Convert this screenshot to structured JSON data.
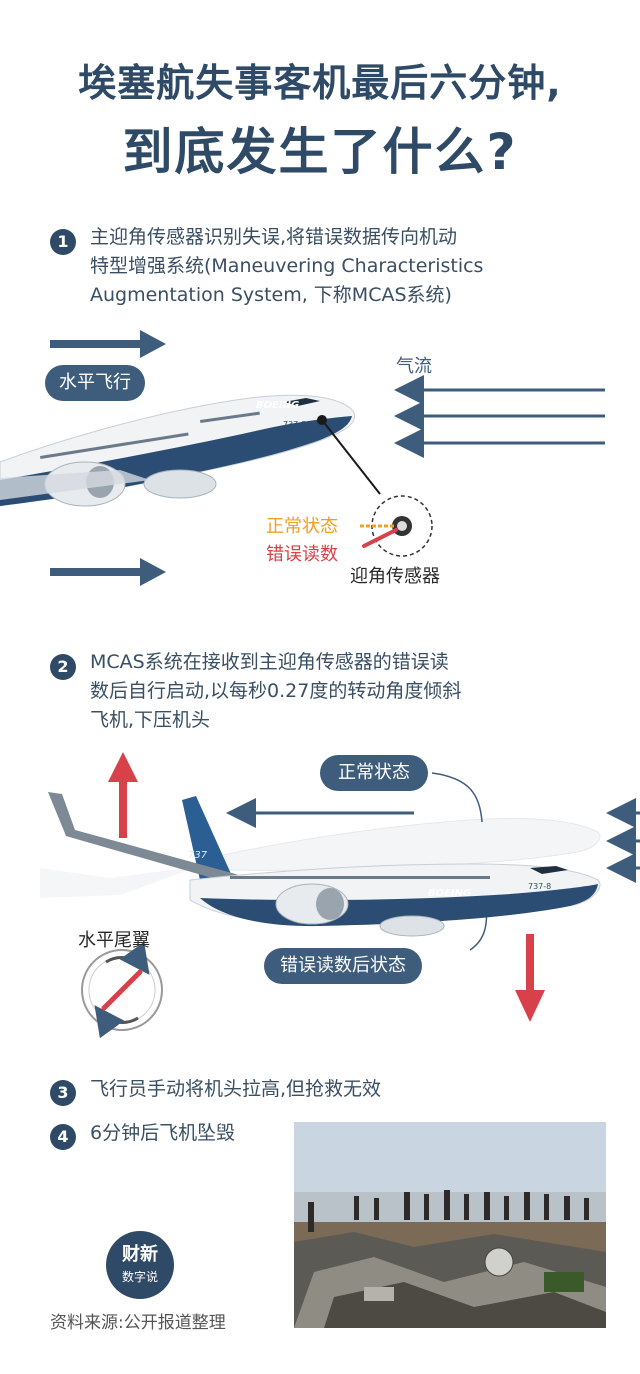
{
  "title": {
    "line1": "埃塞航失事客机最后六分钟,",
    "line2": "到底发生了什么?"
  },
  "steps": [
    {
      "num": "1",
      "lines": [
        "主迎角传感器识别失误,将错误数据传向机动",
        "特型增强系统(Maneuvering Characteristics",
        "Augmentation System, 下称MCAS系统)"
      ]
    },
    {
      "num": "2",
      "lines": [
        "MCAS系统在接收到主迎角传感器的错误读",
        "数后自行启动,以每秒0.27度的转动角度倾斜",
        "飞机,下压机头"
      ]
    },
    {
      "num": "3",
      "lines": [
        "飞行员手动将机头拉高,但抢救无效"
      ]
    },
    {
      "num": "4",
      "lines": [
        "6分钟后飞机坠毁"
      ]
    }
  ],
  "diagram1": {
    "level_flight": "水平飞行",
    "airflow": "气流",
    "normal_state": "正常状态",
    "wrong_reading": "错误读数",
    "aoa_sensor": "迎角传感器",
    "plane_brand": "BOEING",
    "plane_model": "737-8"
  },
  "diagram2": {
    "normal_state": "正常状态",
    "after_wrong_reading": "错误读数后状态",
    "horizontal_stabilizer": "水平尾翼",
    "plane_brand": "BOEING",
    "plane_model": "737-8",
    "tail_text": "737"
  },
  "footer": {
    "logo_line1": "财新",
    "logo_line2": "数字说",
    "source": "资料来源:公开报道整理"
  },
  "colors": {
    "navy": "#2f4a66",
    "steel": "#3e5d7d",
    "arrow_red": "#d9414a",
    "normal_yellow": "#f0a020",
    "wrong_red": "#d9414a"
  }
}
